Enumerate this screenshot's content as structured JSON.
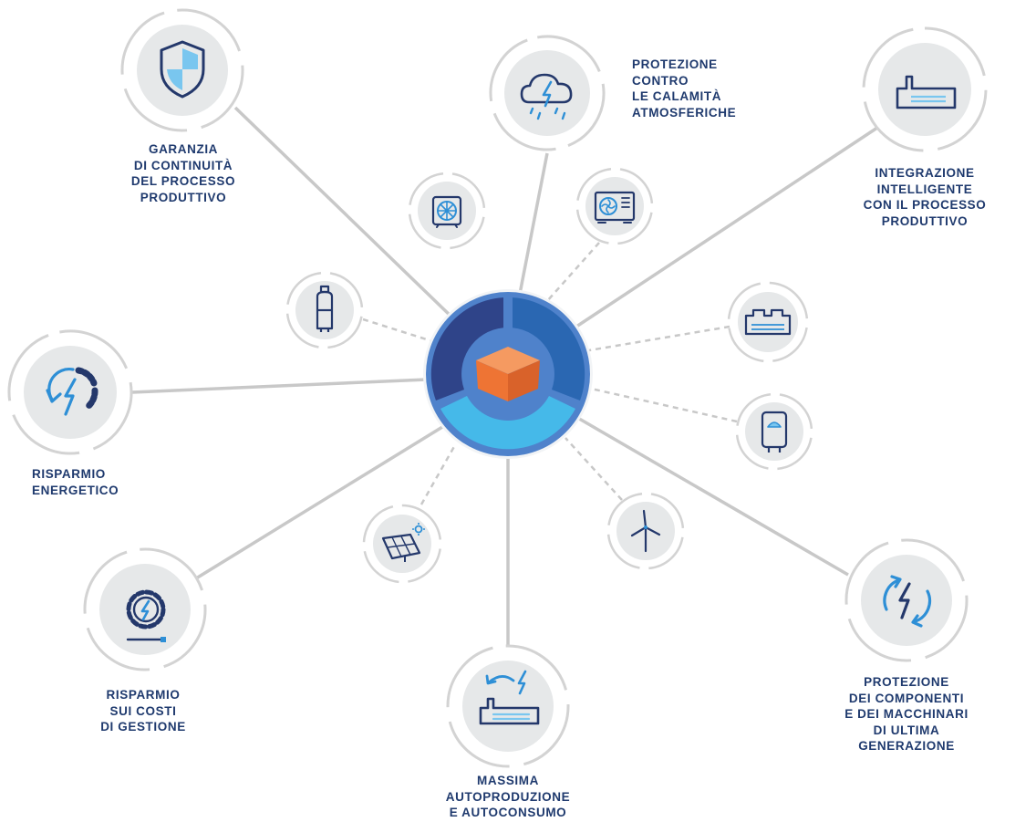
{
  "colors": {
    "connector": "#c8c8c8",
    "ring": "#d3d3d3",
    "disc": "#e6e8e9",
    "icon_dark": "#24386b",
    "icon_blue": "#2e8fd6",
    "icon_light": "#79c6ef",
    "hub_outer": "#4f82cb",
    "hub_dark": "#2f4489",
    "hub_mid": "#2a67b2",
    "hub_light": "#45b9e9",
    "cube": "#ee7434",
    "label": "#1f3a6e"
  },
  "hub": {
    "icon": "orange-cube-icon"
  },
  "benefits": [
    {
      "id": "continuity",
      "icon": "shield-icon",
      "lines": [
        "GARANZIA",
        "DI CONTINUITÀ",
        "DEL PROCESSO",
        "PRODUTTIVO"
      ]
    },
    {
      "id": "weather",
      "icon": "storm-cloud-icon",
      "lines": [
        "PROTEZIONE",
        "CONTRO",
        "LE CALAMITÀ",
        "ATMOSFERICHE"
      ]
    },
    {
      "id": "integration",
      "icon": "factory-icon",
      "lines": [
        "INTEGRAZIONE",
        "INTELLIGENTE",
        "CON IL PROCESSO",
        "PRODUTTIVO"
      ]
    },
    {
      "id": "energy",
      "icon": "energy-cycle-icon",
      "lines": [
        "RISPARMIO",
        "ENERGETICO"
      ]
    },
    {
      "id": "costs",
      "icon": "gear-bolt-icon",
      "lines": [
        "RISPARMIO",
        "SUI COSTI",
        "DI GESTIONE"
      ]
    },
    {
      "id": "selfconsumption",
      "icon": "factory-energy-icon",
      "lines": [
        "MASSIMA",
        "AUTOPRODUZIONE",
        "E AUTOCONSUMO"
      ]
    },
    {
      "id": "machinery",
      "icon": "recycle-bolt-icon",
      "lines": [
        "PROTEZIONE",
        "DEI COMPONENTI",
        "E DEI MACCHINARI",
        "DI ULTIMA",
        "GENERAZIONE"
      ]
    }
  ],
  "devices": [
    {
      "id": "fan",
      "icon": "cooling-fan-icon"
    },
    {
      "id": "heatpump",
      "icon": "heat-pump-icon"
    },
    {
      "id": "cylinder",
      "icon": "gas-cylinder-icon"
    },
    {
      "id": "generator",
      "icon": "generator-icon"
    },
    {
      "id": "boiler",
      "icon": "water-heater-icon"
    },
    {
      "id": "solar",
      "icon": "solar-panel-icon"
    },
    {
      "id": "wind",
      "icon": "wind-turbine-icon"
    }
  ]
}
